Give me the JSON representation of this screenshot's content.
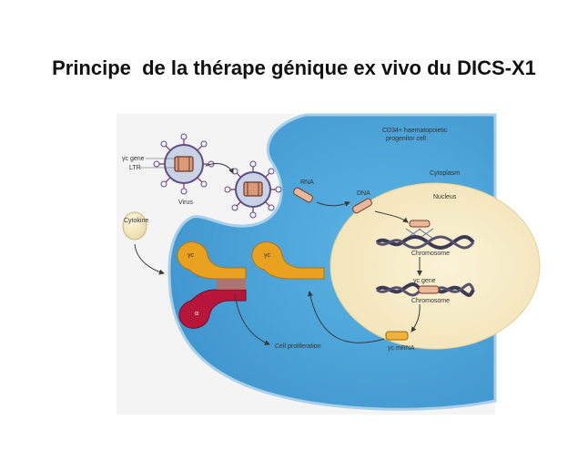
{
  "title": "Principe  de la thérape génique ex vivo du DICS-X1",
  "labels": {
    "gamma_c_gene": "γc gene",
    "ltr": "LTR",
    "virus": "Virus",
    "rna": "RNA",
    "dna": "DNA",
    "cd34": "CD34+ haematopoietic",
    "progenitor": "progenitor cell",
    "cytoplasm": "Cytoplasm",
    "nucleus": "Nucleus",
    "cytokine": "Cytokine",
    "chromosome_1": "Chromosome",
    "gamma_c_gene_2": "γc gene",
    "chromosome_2": "Chromosome",
    "gamma_c_receptor": "γc",
    "gamma_c_receptor_2": "γc",
    "alpha": "α",
    "cell_proliferation": "Cell proliferation",
    "gamma_c_mrna": "γc mRNA"
  },
  "colors": {
    "cell": "#4aa3d9",
    "cell_dark": "#3a8fc6",
    "cell_border": "#a7cfe6",
    "nucleus": "#f7ecc9",
    "panel": "#f4f4f4",
    "virus": "#c9d3e3",
    "virus_edge": "#5a4e86",
    "spike": "#8b2848",
    "gamma": "#e8a21f",
    "alpha": "#b7153a",
    "dna": "#3c3a55"
  }
}
